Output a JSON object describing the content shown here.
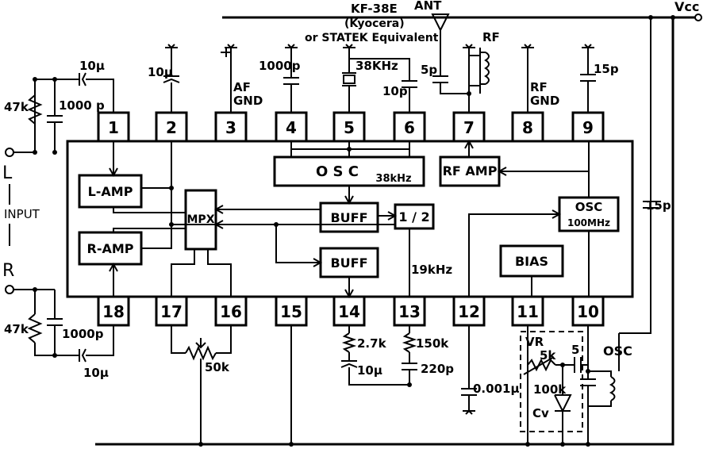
{
  "header": {
    "crystal_model": "KF-38E",
    "crystal_maker": "(Kyocera)",
    "crystal_alt": "or STATEK Equivalent",
    "ant": "ANT",
    "vcc": "Vcc"
  },
  "pins": [
    "1",
    "2",
    "3",
    "4",
    "5",
    "6",
    "7",
    "8",
    "9",
    "18",
    "17",
    "16",
    "15",
    "14",
    "13",
    "12",
    "11",
    "10"
  ],
  "blocks": {
    "osc38": "O S C",
    "osc38_sub": "38kHz",
    "rf_amp": "RF AMP",
    "l_amp": "L-AMP",
    "r_amp": "R-AMP",
    "mpx": "MPX",
    "buff1": "BUFF",
    "buff2": "BUFF",
    "div": "1 / 2",
    "bias": "BIAS",
    "osc100": "OSC",
    "osc100_sub": "100MHz"
  },
  "labels": {
    "c10u_top": "10µ",
    "c1000p_top": "1000 p",
    "r47k_top": "47k",
    "pin2_cap": "10µ",
    "af_gnd_1": "AF",
    "af_gnd_2": "GND",
    "pin4_cap": "1000p",
    "xtal_freq": "38KHz",
    "pin6_cap": "10p",
    "ant_cap": "5p",
    "rf_coil": "RF",
    "rf_gnd_1": "RF",
    "rf_gnd_2": "GND",
    "pin9_cap": "15p",
    "fb_cap": "15p",
    "input_l": "L",
    "input_txt": "INPUT",
    "input_r": "R",
    "r47k_bot": "47k",
    "c1000p_bot": "1000p",
    "c10u_bot": "10µ",
    "pot": "50k",
    "r27k": "2.7k",
    "c10u_14": "10µ",
    "r150k": "150k",
    "c220p": "220p",
    "f19k": "19kHz",
    "c0001": "0.001µ",
    "vr": "VR",
    "r5k": "5k",
    "c5": "5",
    "r100k": "100k",
    "cv": "Cv",
    "osc_coil": "OSC"
  }
}
